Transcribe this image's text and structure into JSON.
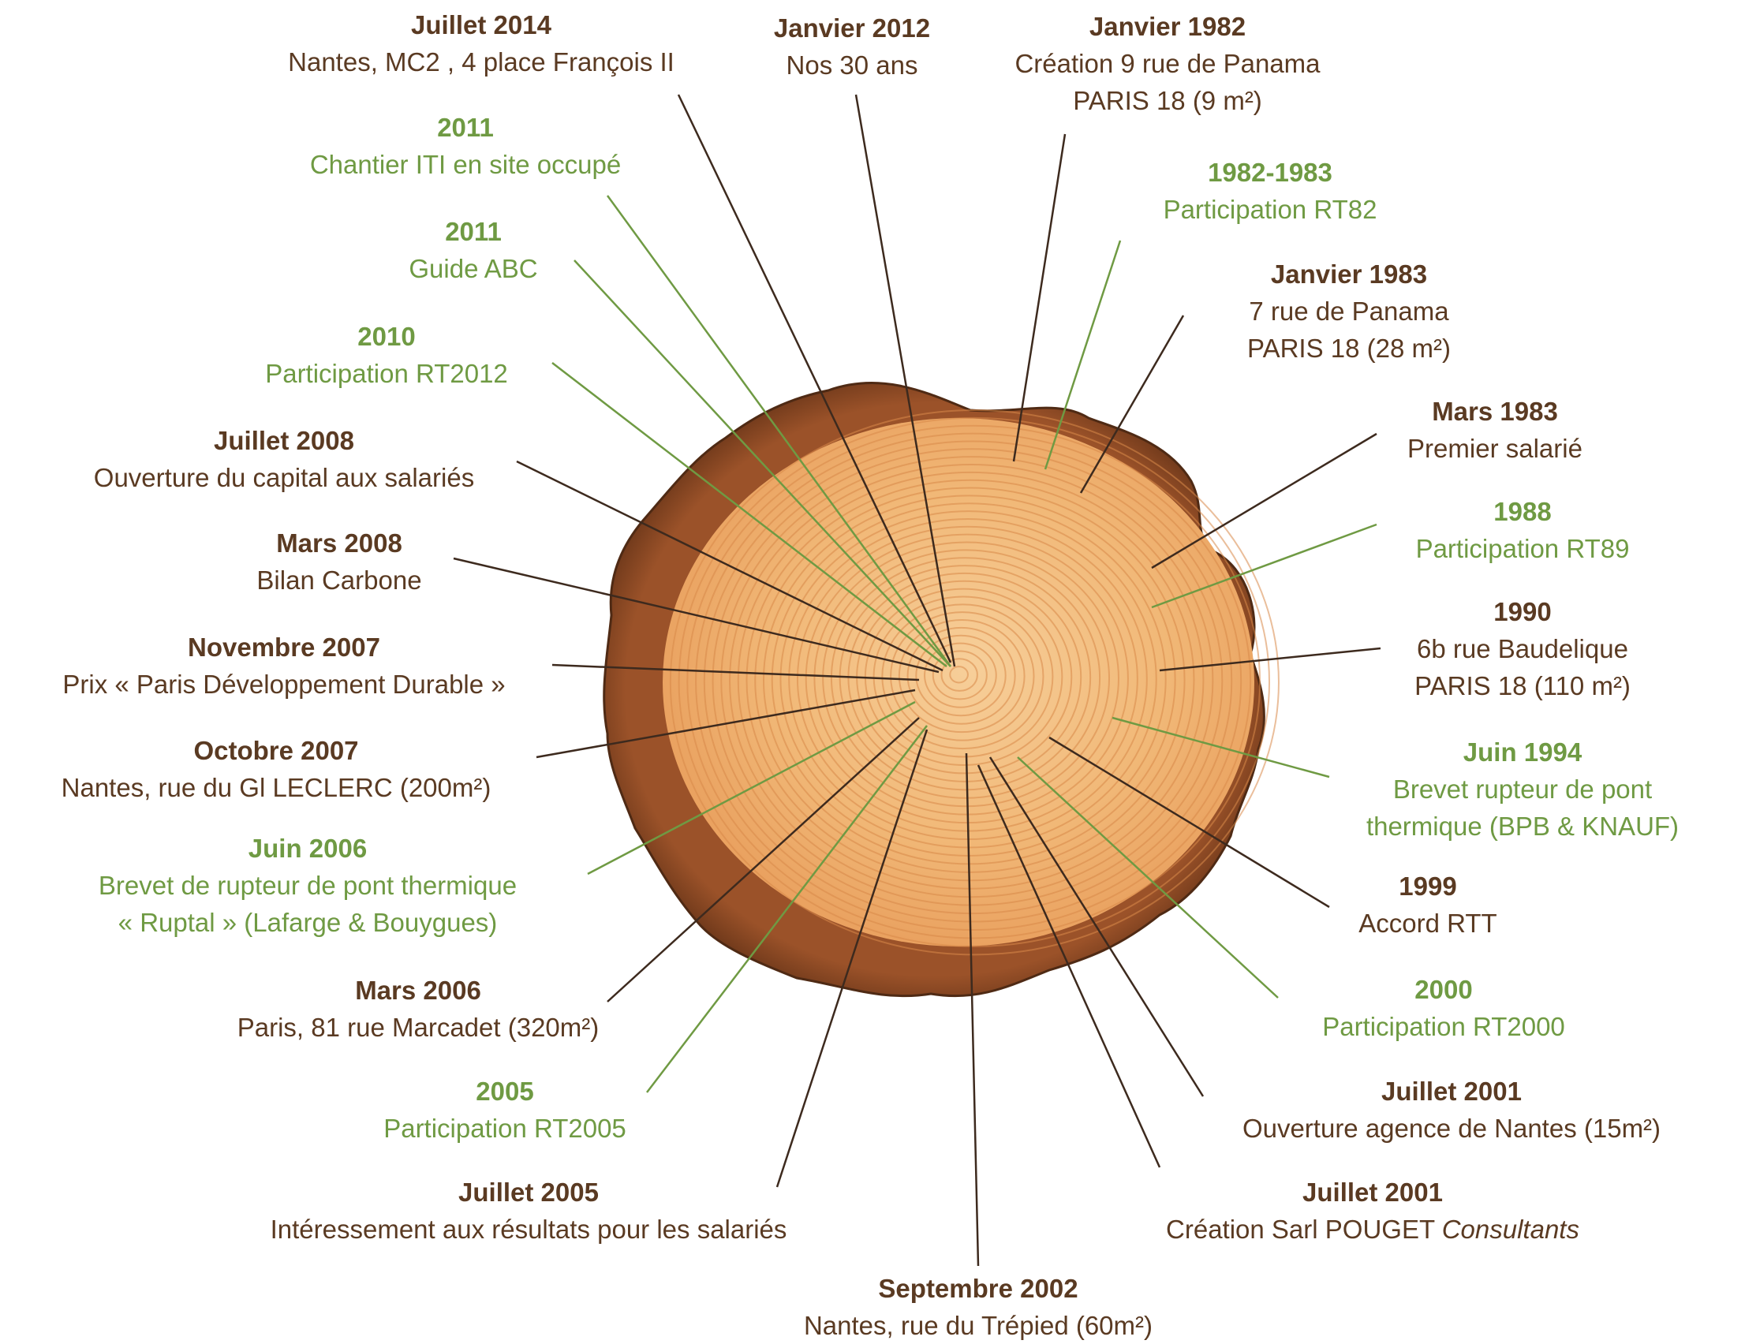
{
  "colors": {
    "brown": "#5a3a22",
    "green": "#6f9a43",
    "bark_dark": "#6b3a1f",
    "bark_mid": "#8b4a26",
    "wood_light": "#f5c68c",
    "wood_mid": "#e8a565",
    "ring": "#d88c4c"
  },
  "events": [
    {
      "date": "Juillet 2014",
      "desc": "Nantes, MC2 , 4 place François II",
      "desc2": "",
      "color": "brown"
    },
    {
      "date": "Janvier 2012",
      "desc": "Nos 30 ans",
      "desc2": "",
      "color": "brown"
    },
    {
      "date": "Janvier 1982",
      "desc": "Création 9 rue de Panama",
      "desc2": "PARIS 18 (9 m²)",
      "color": "brown"
    },
    {
      "date": "2011",
      "desc": "Chantier ITI en site occupé",
      "desc2": "",
      "color": "green"
    },
    {
      "date": "1982-1983",
      "desc": "Participation RT82",
      "desc2": "",
      "color": "green"
    },
    {
      "date": "2011",
      "desc": "Guide ABC",
      "desc2": "",
      "color": "green"
    },
    {
      "date": "Janvier 1983",
      "desc": "7 rue de Panama",
      "desc2": "PARIS 18 (28 m²)",
      "color": "brown"
    },
    {
      "date": "2010",
      "desc": "Participation RT2012",
      "desc2": "",
      "color": "green"
    },
    {
      "date": "Mars 1983",
      "desc": "Premier salarié",
      "desc2": "",
      "color": "brown"
    },
    {
      "date": "Juillet 2008",
      "desc": "Ouverture du capital aux salariés",
      "desc2": "",
      "color": "brown"
    },
    {
      "date": "1988",
      "desc": "Participation RT89",
      "desc2": "",
      "color": "green"
    },
    {
      "date": "Mars 2008",
      "desc": "Bilan Carbone",
      "desc2": "",
      "color": "brown"
    },
    {
      "date": "1990",
      "desc": "6b rue Baudelique",
      "desc2": "PARIS 18 (110 m²)",
      "color": "brown"
    },
    {
      "date": "Novembre 2007",
      "desc": "Prix « Paris Développement Durable »",
      "desc2": "",
      "color": "brown"
    },
    {
      "date": "Octobre 2007",
      "desc": "Nantes, rue du Gl LECLERC (200m²)",
      "desc2": "",
      "color": "brown"
    },
    {
      "date": "Juin 1994",
      "desc": "Brevet rupteur de pont",
      "desc2": "thermique (BPB & KNAUF)",
      "color": "green"
    },
    {
      "date": "Juin 2006",
      "desc": "Brevet de rupteur de pont thermique",
      "desc2": "« Ruptal » (Lafarge & Bouygues)",
      "color": "green"
    },
    {
      "date": "1999",
      "desc": "Accord RTT",
      "desc2": "",
      "color": "brown"
    },
    {
      "date": "Mars 2006",
      "desc": "Paris, 81 rue Marcadet (320m²)",
      "desc2": "",
      "color": "brown"
    },
    {
      "date": "2000",
      "desc": "Participation RT2000",
      "desc2": "",
      "color": "green"
    },
    {
      "date": "2005",
      "desc": "Participation RT2005",
      "desc2": "",
      "color": "green"
    },
    {
      "date": "Juillet 2001",
      "desc": "Ouverture agence de Nantes (15m²)",
      "desc2": "",
      "color": "brown"
    },
    {
      "date": "Juillet 2005",
      "desc": "Intéressement aux résultats pour les salariés",
      "desc2": "",
      "color": "brown"
    },
    {
      "date": "Juillet 2001",
      "desc": "Création Sarl POUGET ",
      "desc_italic": "Consultants",
      "desc2": "",
      "color": "brown"
    },
    {
      "date": "Septembre 2002",
      "desc": "Nantes, rue du Trépied (60m²)",
      "desc2": "",
      "color": "brown"
    }
  ]
}
